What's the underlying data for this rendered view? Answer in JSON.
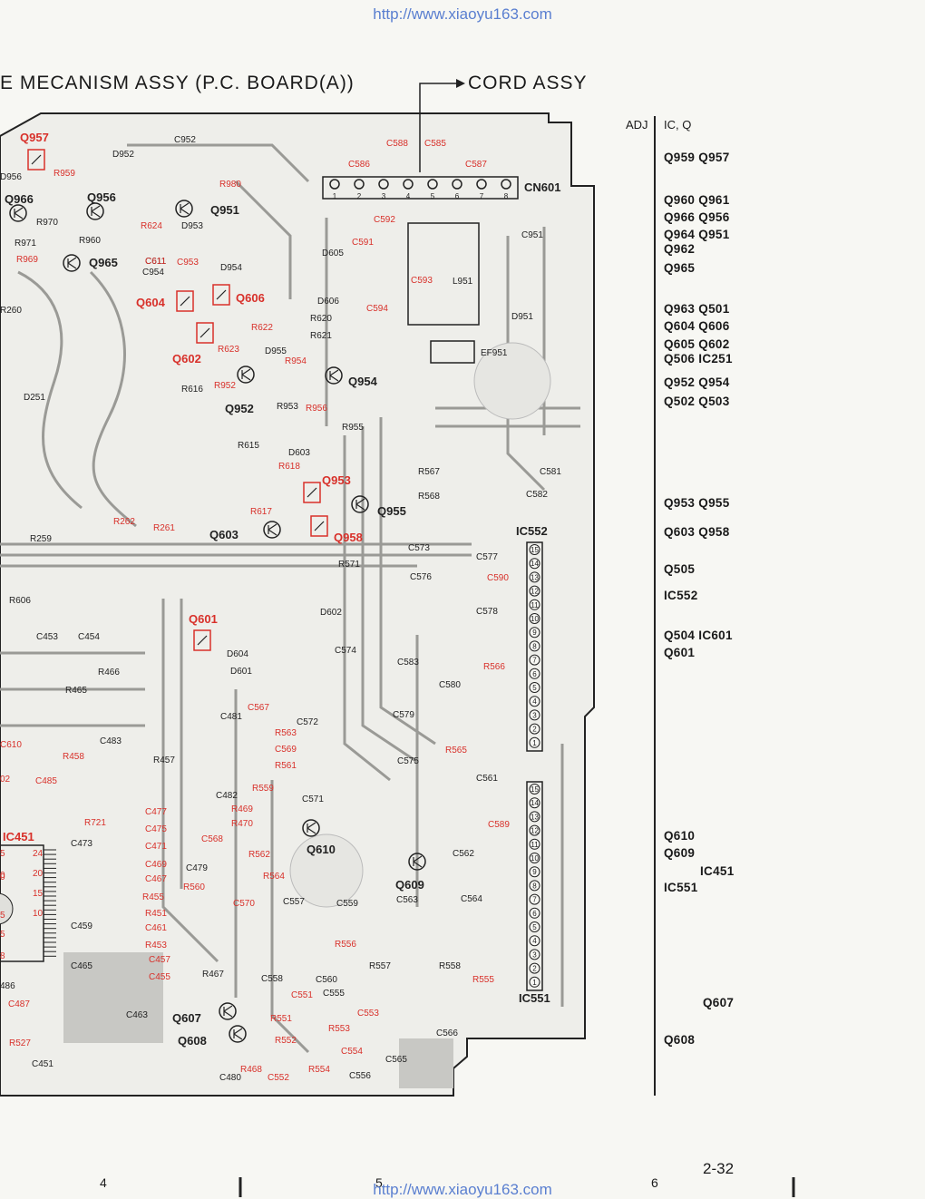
{
  "header": {
    "url": "http://www.xiaoyu163.com",
    "board_title": "E  MECANISM ASSY (P.C. BOARD(A))",
    "cord_assy": "CORD  ASSY"
  },
  "legend": {
    "adj": "ADJ",
    "ic_q": "IC, Q",
    "rows": [
      {
        "text": "Q959  Q957"
      },
      {
        "text": "Q960  Q961"
      },
      {
        "text": "Q966  Q956"
      },
      {
        "text": "Q964  Q951"
      },
      {
        "text": "Q962"
      },
      {
        "text": "Q965"
      },
      {
        "text": "Q963  Q501"
      },
      {
        "text": "Q604  Q606"
      },
      {
        "text": "Q605  Q602"
      },
      {
        "text": "Q506  IC251"
      },
      {
        "text": "Q952  Q954"
      },
      {
        "text": "Q502  Q503"
      },
      {
        "text": "Q953  Q955"
      },
      {
        "text": "Q603  Q958"
      },
      {
        "text": "Q505"
      },
      {
        "text": "IC552"
      },
      {
        "text": "Q504  IC601"
      },
      {
        "text": "Q601"
      },
      {
        "text": "Q610"
      },
      {
        "text": "Q609"
      },
      {
        "text": "IC451"
      },
      {
        "text": "IC551"
      },
      {
        "text": "Q607"
      },
      {
        "text": "Q608"
      }
    ]
  },
  "footer": {
    "page_number": "2-32",
    "col_4": "4",
    "col_5": "5",
    "col_6": "6"
  },
  "board": {
    "connector": {
      "name": "CN601",
      "pins": [
        "1",
        "2",
        "3",
        "4",
        "5",
        "6",
        "7",
        "8"
      ]
    },
    "ics": [
      {
        "name": "IC552",
        "pins": [
          "15",
          "14",
          "13",
          "12",
          "11",
          "10",
          "9",
          "8",
          "7",
          "6",
          "5",
          "4",
          "3",
          "2",
          "1"
        ]
      },
      {
        "name": "IC551",
        "pins": [
          "15",
          "14",
          "13",
          "12",
          "11",
          "10",
          "9",
          "8",
          "7",
          "6",
          "5",
          "4",
          "3",
          "2",
          "1"
        ]
      },
      {
        "name": "IC451",
        "pins": [
          "24",
          "20",
          "15",
          "10",
          "5",
          "8",
          "5",
          "0",
          "5"
        ]
      }
    ],
    "transistors_black": [
      "Q966",
      "Q956",
      "Q951",
      "Q965",
      "Q954",
      "Q952",
      "Q955",
      "Q603",
      "Q610",
      "Q609",
      "Q607",
      "Q608"
    ],
    "transistors_red": [
      "Q957",
      "Q604",
      "Q606",
      "Q602",
      "Q953",
      "Q958",
      "Q601"
    ],
    "labels_black": [
      "D952",
      "C952",
      "D956",
      "R970",
      "R971",
      "R960",
      "D953",
      "C954",
      "D954",
      "D605",
      "C951",
      "D606",
      "R620",
      "R621",
      "D951",
      "EF951",
      "L951",
      "D955",
      "R616",
      "R953",
      "R955",
      "R615",
      "D603",
      "R567",
      "C581",
      "R568",
      "C582",
      "R259",
      "R571",
      "C573",
      "C577",
      "C576",
      "C578",
      "R606",
      "D602",
      "C453",
      "C454",
      "D604",
      "D601",
      "C574",
      "C583",
      "R466",
      "R465",
      "C580",
      "C579",
      "C481",
      "C572",
      "C483",
      "R457",
      "C575",
      "C561",
      "C482",
      "C571",
      "C473",
      "C562",
      "C479",
      "C557",
      "C559",
      "C563",
      "C564",
      "C459",
      "C465",
      "R467",
      "C558",
      "C560",
      "R557",
      "R558",
      "C555",
      "C463",
      "C566",
      "C565",
      "C451",
      "C480",
      "C556",
      "D251",
      "C611",
      "R260",
      "486"
    ],
    "labels_red": [
      "R959",
      "R980",
      "C588",
      "C585",
      "C586",
      "C587",
      "R624",
      "C953",
      "C591",
      "C592",
      "C593",
      "C594",
      "R622",
      "R623",
      "R954",
      "R952",
      "R956",
      "R618",
      "R617",
      "R262",
      "R261",
      "C590",
      "R566",
      "C567",
      "R563",
      "C569",
      "R561",
      "R559",
      "R458",
      "C485",
      "R565",
      "R721",
      "C477",
      "C475",
      "C471",
      "C469",
      "C467",
      "R469",
      "R470",
      "C568",
      "R562",
      "R564",
      "R560",
      "C570",
      "C589",
      "R455",
      "R451",
      "C461",
      "R453",
      "C457",
      "C455",
      "R556",
      "R555",
      "C487",
      "R527",
      "R551",
      "C551",
      "C553",
      "R553",
      "R552",
      "C554",
      "R554",
      "R468",
      "C552",
      "C610",
      "R969",
      "C611",
      "02",
      "0"
    ]
  }
}
